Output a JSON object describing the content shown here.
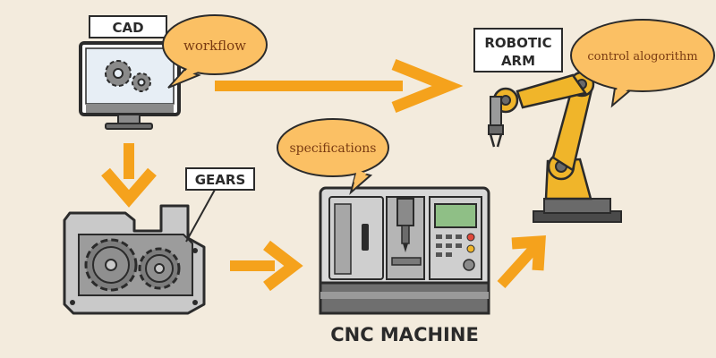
{
  "labels": {
    "cad": "CAD",
    "gears": "GEARS",
    "robotic_arm_line1": "ROBOTIC",
    "robotic_arm_line2": "ARM",
    "cnc_machine": "CNC MACHINE"
  },
  "bubbles": {
    "workflow": "workflow",
    "specifications": "specifications",
    "control": "control alogorithm"
  },
  "colors": {
    "background": "#f3ebdd",
    "arrow": "#f5a21c",
    "bubble_fill": "#fbc064",
    "robot_arm": "#f0b52a",
    "machine_body": "#d9d9d9",
    "gear": "#8a8a8a",
    "screen": "#8fbf86",
    "outline": "#2b2b2b"
  }
}
